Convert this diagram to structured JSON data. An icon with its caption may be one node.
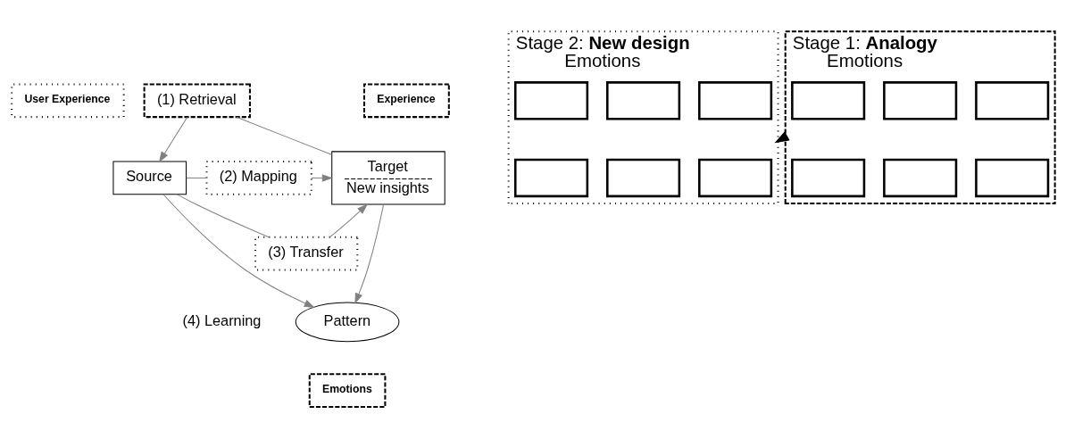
{
  "diagram": {
    "nodes": [
      {
        "text": [
          "User Experience"
        ]
      },
      {
        "text": [
          "(1) Retrieval"
        ]
      },
      {
        "text": [
          "Experience"
        ]
      },
      {
        "text": [
          "Target",
          "New insights"
        ]
      },
      {
        "text": [
          "(2) Mapping"
        ]
      },
      {
        "text": [
          "(3) Transfer"
        ]
      },
      {
        "text": [
          "Source"
        ]
      },
      {
        "text": [
          "Pattern"
        ]
      },
      {
        "text": [
          "Emotions"
        ]
      },
      {
        "text": [
          "Stage 2: **New design**",
          "Emotions"
        ]
      },
      {
        "text": [],
        "shape": "box",
        "in": 9
      },
      {
        "text": [],
        "shape": "box",
        "in": 9
      },
      {
        "text": [],
        "shape": "box",
        "in": 9
      },
      {
        "text": [],
        "shape": "box",
        "in": 9
      },
      {
        "text": [],
        "shape": "box",
        "in": 9
      },
      {
        "text": [],
        "shape": "box",
        "in": 9
      },
      {
        "text": [
          "Stage 1: **Analogy**",
          "Emotions"
        ]
      },
      {
        "text": [],
        "shape": "box",
        "in": 16
      },
      {
        "text": [],
        "shape": "box",
        "in": 16
      },
      {
        "text": [],
        "shape": "box",
        "in": 16
      },
      {
        "text": [],
        "shape": "box",
        "in": 16
      },
      {
        "text": [],
        "shape": "box",
        "in": 16
      },
      {
        "text": [],
        "shape": "box",
        "in": 16
      }
    ],
    "edges": [
      {
        "from": 3,
        "to": 1,
        "arrow": "none"
      },
      {
        "from": 1,
        "to": 6,
        "arrow": "to"
      },
      {
        "from": 6,
        "to": 4,
        "arrow": "none"
      },
      {
        "from": 4,
        "to": 3,
        "arrow": "to"
      },
      {
        "from": 6,
        "to": 5,
        "arrow": "none"
      },
      {
        "from": 5,
        "to": 3,
        "arrow": "to"
      },
      {
        "from": 3,
        "to": 7,
        "arrow": "to"
      },
      {
        "from": 6,
        "to": 7,
        "arrow": "to"
      },
      {
        "from": 16,
        "to": 9,
        "arrow": "to",
        "style": "thick",
        "color": "#000000"
      }
    ],
    "labels": [
      "(4) Learning"
    ]
  }
}
